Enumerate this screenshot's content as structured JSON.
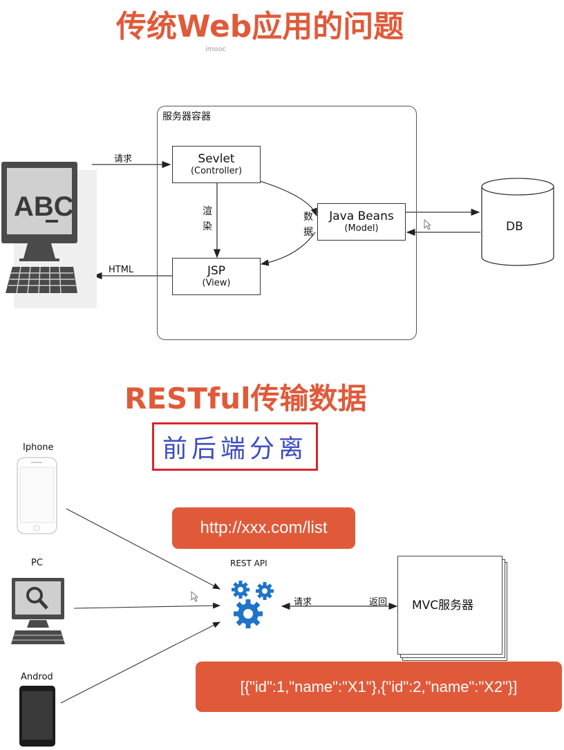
{
  "titles": {
    "top": "传统Web应用的问题",
    "bottom": "RESTful传输数据",
    "watermark": "imooc"
  },
  "diagram_top": {
    "container_label": "服务器容器",
    "servlet": {
      "name": "Sevlet",
      "role": "(Controller)"
    },
    "jsp": {
      "name": "JSP",
      "role": "(View)"
    },
    "beans": {
      "name": "Java Beans",
      "role": "(Model)"
    },
    "db": "DB",
    "client_screen": "ABC",
    "edge_request": "请求",
    "edge_html": "HTML",
    "edge_render": "渲染",
    "edge_data": "数据"
  },
  "diagram_bottom": {
    "subtitle": "前后端分离",
    "url": "http://xxx.com/list",
    "rest_api": "REST API",
    "devices": {
      "iphone": "Iphone",
      "pc": "PC",
      "android": "Androd"
    },
    "edge_request": "请求",
    "edge_return": "返回",
    "mvc": "MVC服务器",
    "json": "[{\"id\":1,\"name\":\"X1\"},{\"id\":2,\"name\":\"X2\"}]"
  },
  "colors": {
    "title": "#e05a3a",
    "pill": "#e05a3a",
    "subtitle_border": "#d7252e",
    "subtitle_text": "#3a4cc4",
    "gear": "#1e74c9"
  }
}
